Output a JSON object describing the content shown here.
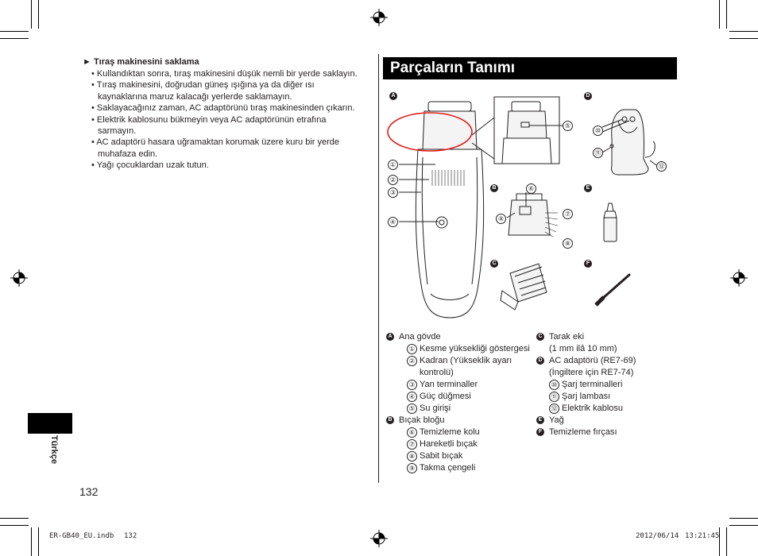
{
  "storage": {
    "title": "► Tıraş makinesini saklama",
    "items": [
      "Kullandıktan sonra, tıraş makinesini düşük nemli bir yerde saklayın.",
      "Tıraş makinesini, doğrudan güneş ışığına ya da diğer ısı kaynaklarına maruz kalacağı yerlerde saklamayın.",
      "Saklayacağınız zaman, AC adaptörünü tıraş makinesinden çıkarın.",
      "Elektrik kablosunu bükmeyin veya AC adaptörünün etrafına sarmayın.",
      "AC adaptörü hasara uğramaktan korumak üzere kuru bir yerde muhafaza edin.",
      "Yağı çocuklardan uzak tutun."
    ]
  },
  "section_title": "Parçaların Tanımı",
  "figure_badges": [
    "A",
    "B",
    "C",
    "D",
    "E",
    "F"
  ],
  "figure_numbers": [
    "①",
    "②",
    "③",
    "④",
    "⑤",
    "⑥",
    "⑦",
    "⑧",
    "⑨",
    "⑩",
    "⑪",
    "⑫"
  ],
  "legend": {
    "A": {
      "badge": "A",
      "label": "Ana gövde",
      "items": [
        {
          "num": "①",
          "text": "Kesme yüksekliği göstergesi"
        },
        {
          "num": "②",
          "text": "Kadran (Yükseklik ayarı kontrolü)"
        },
        {
          "num": "③",
          "text": "Yan terminaller"
        },
        {
          "num": "④",
          "text": "Güç düğmesi"
        },
        {
          "num": "⑤",
          "text": "Su girişi"
        }
      ]
    },
    "B": {
      "badge": "B",
      "label": "Bıçak bloğu",
      "items": [
        {
          "num": "⑥",
          "text": "Temizleme kolu"
        },
        {
          "num": "⑦",
          "text": "Hareketli bıçak"
        },
        {
          "num": "⑧",
          "text": "Sabit bıçak"
        },
        {
          "num": "⑨",
          "text": "Takma çengeli"
        }
      ]
    },
    "C": {
      "badge": "C",
      "label": "Tarak eki",
      "note": "(1 mm ilâ 10 mm)"
    },
    "D": {
      "badge": "D",
      "label": "AC adaptörü (RE7-69)",
      "note": "(İngiltere için RE7-74)",
      "items": [
        {
          "num": "⑩",
          "text": "Şarj terminalleri"
        },
        {
          "num": "⑪",
          "text": "Şarj lambası"
        },
        {
          "num": "⑫",
          "text": "Elektrik kablosu"
        }
      ]
    },
    "E": {
      "badge": "E",
      "label": "Yağ"
    },
    "F": {
      "badge": "F",
      "label": "Temizleme fırçası"
    }
  },
  "language": "Türkçe",
  "page_number": "132",
  "footer": {
    "file": "ER-GB40_EU.indb",
    "page": "132",
    "date": "2012/06/14",
    "time": "13:21:45"
  }
}
